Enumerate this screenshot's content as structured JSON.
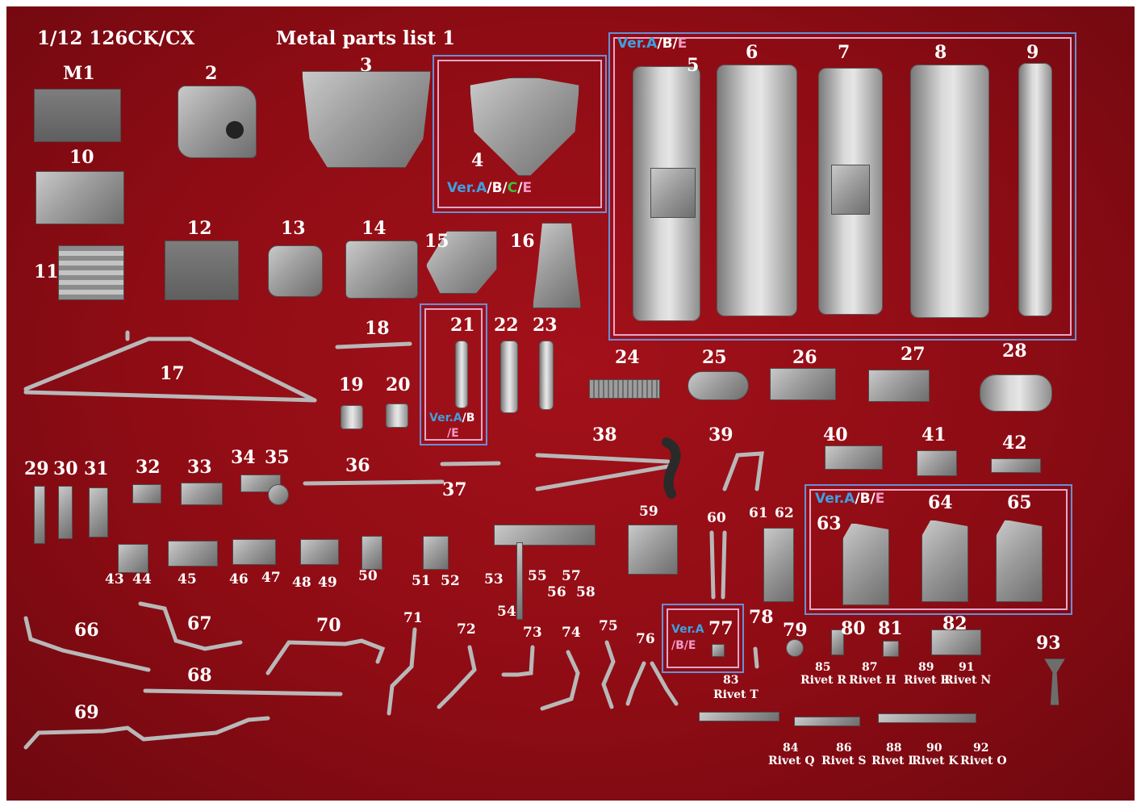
{
  "title": "1/12 126CK/CX",
  "subtitle": "Metal parts list 1",
  "colors": {
    "background": "#8e0c14",
    "ver_a": "#3fa0e0",
    "ver_c": "#3ac23a",
    "ver_e": "#f19ac6",
    "frame_outer": "#6a8fd6",
    "frame_inner": "#e6a6c8"
  },
  "version_tags": {
    "group_4": {
      "a": "Ver.A",
      "sep1": "/",
      "b": "B",
      "sep2": "/",
      "c": "C",
      "sep3": "/",
      "e": "E"
    },
    "group_5_9": {
      "a": "Ver.A",
      "sep1": "/",
      "b": "B",
      "sep2": "/",
      "e": "E"
    },
    "group_21": {
      "a": "Ver.A",
      "sep1": "/",
      "b": "B",
      "line2": "/E"
    },
    "group_63_65": {
      "a": "Ver.A",
      "sep1": "/",
      "b": "B",
      "sep2": "/",
      "e": "E"
    },
    "group_77": {
      "a": "Ver.A",
      "line2": "/B/E"
    }
  },
  "labels": {
    "m1": "M1",
    "p2": "2",
    "p3": "3",
    "p4": "4",
    "p5": "5",
    "p6": "6",
    "p7": "7",
    "p8": "8",
    "p9": "9",
    "p10": "10",
    "p11": "11",
    "p12": "12",
    "p13": "13",
    "p14": "14",
    "p15": "15",
    "p16": "16",
    "p17": "17",
    "p18": "18",
    "p19": "19",
    "p20": "20",
    "p21": "21",
    "p22": "22",
    "p23": "23",
    "p24": "24",
    "p25": "25",
    "p26": "26",
    "p27": "27",
    "p28": "28",
    "p29": "29",
    "p30": "30",
    "p31": "31",
    "p32": "32",
    "p33": "33",
    "p34": "34",
    "p35": "35",
    "p36": "36",
    "p37": "37",
    "p38": "38",
    "p39": "39",
    "p40": "40",
    "p41": "41",
    "p42": "42",
    "p43": "43",
    "p44": "44",
    "p45": "45",
    "p46": "46",
    "p47": "47",
    "p48": "48",
    "p49": "49",
    "p50": "50",
    "p51": "51",
    "p52": "52",
    "p53": "53",
    "p54": "54",
    "p55": "55",
    "p56": "56",
    "p57": "57",
    "p58": "58",
    "p59": "59",
    "p60": "60",
    "p61": "61",
    "p62": "62",
    "p63": "63",
    "p64": "64",
    "p65": "65",
    "p66": "66",
    "p67": "67",
    "p68": "68",
    "p69": "69",
    "p70": "70",
    "p71": "71",
    "p72": "72",
    "p73": "73",
    "p74": "74",
    "p75": "75",
    "p76": "76",
    "p77": "77",
    "p78": "78",
    "p79": "79",
    "p80": "80",
    "p81": "81",
    "p82": "82",
    "p83": "83",
    "p84": "84",
    "p85": "85",
    "p86": "86",
    "p87": "87",
    "p88": "88",
    "p89": "89",
    "p90": "90",
    "p91": "91",
    "p92": "92",
    "p93": "93"
  },
  "rivets": {
    "r83": "Rivet T",
    "r84": "Rivet Q",
    "r85": "Rivet R",
    "r86": "Rivet S",
    "r87": "Rivet H",
    "r88": "Rivet I",
    "r89": "Rivet R",
    "r90": "Rivet K",
    "r91": "Rivet N",
    "r92": "Rivet O"
  }
}
